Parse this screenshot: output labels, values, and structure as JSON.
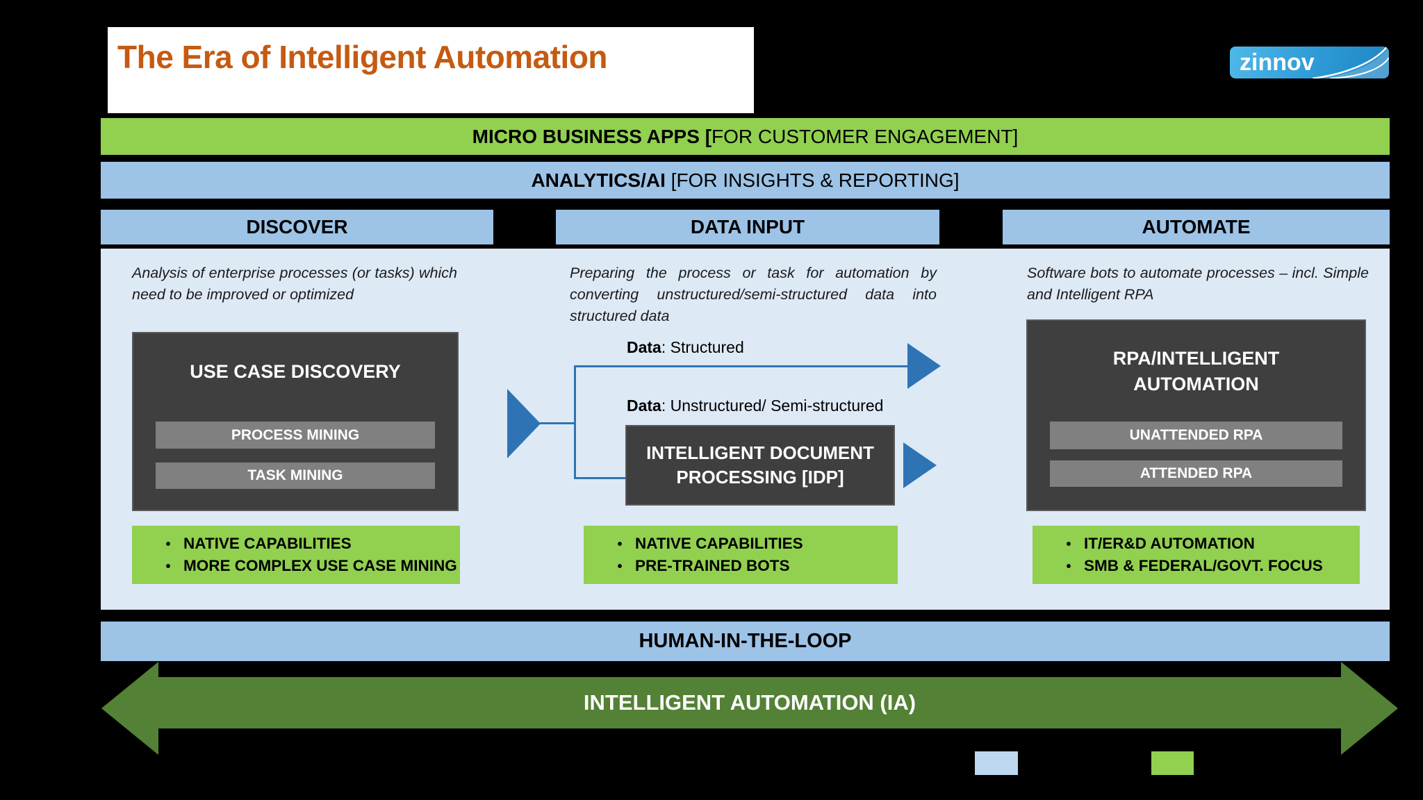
{
  "header": {
    "title": "The Era of Intelligent Automation",
    "logo_text": "zinnov"
  },
  "bars": {
    "micro_bold": "MICRO BUSINESS APPS [",
    "micro_rest": "FOR CUSTOMER ENGAGEMENT]",
    "analytics_bold": "ANALYTICS/AI",
    "analytics_rest": " [FOR INSIGHTS & REPORTING]",
    "hitl": "HUMAN-IN-THE-LOOP",
    "ia_arrow": "INTELLIGENT AUTOMATION (IA)"
  },
  "columns": [
    {
      "header": "DISCOVER",
      "description": "Analysis of enterprise processes (or tasks) which need to be improved or optimized",
      "box_title": "USE CASE DISCOVERY",
      "sub_items": [
        "PROCESS MINING",
        "TASK MINING"
      ],
      "bullets": [
        "NATIVE CAPABILITIES",
        "MORE COMPLEX USE CASE MINING"
      ]
    },
    {
      "header": "DATA INPUT",
      "description": "Preparing the process or task for automation by converting unstructured/semi-structured data into structured data",
      "idp_title": "INTELLIGENT DOCUMENT PROCESSING [IDP]",
      "bullets": [
        "NATIVE CAPABILITIES",
        "PRE-TRAINED BOTS"
      ]
    },
    {
      "header": "AUTOMATE",
      "description": "Software bots to automate processes – incl. Simple and Intelligent RPA",
      "box_title": "RPA/INTELLIGENT AUTOMATION",
      "sub_items": [
        "UNATTENDED RPA",
        "ATTENDED RPA"
      ],
      "bullets": [
        "IT/ER&D AUTOMATION",
        "SMB & FEDERAL/GOVT. FOCUS"
      ]
    }
  ],
  "flow": {
    "structured_bold": "Data",
    "structured_rest": ": Structured",
    "unstructured_bold": "Data",
    "unstructured_rest": ": Unstructured/ Semi-structured"
  },
  "colors": {
    "green": "#92D050",
    "light_blue": "#9DC3E6",
    "panel_blue": "#DEE9F6",
    "dark_box": "#3F3F3F",
    "gray_bar": "#808080",
    "flow_blue": "#2E74B5",
    "arrow_green": "#538135",
    "title_orange": "#C55A11",
    "legend_blue": "#BDD7EE",
    "background": "#000000"
  }
}
